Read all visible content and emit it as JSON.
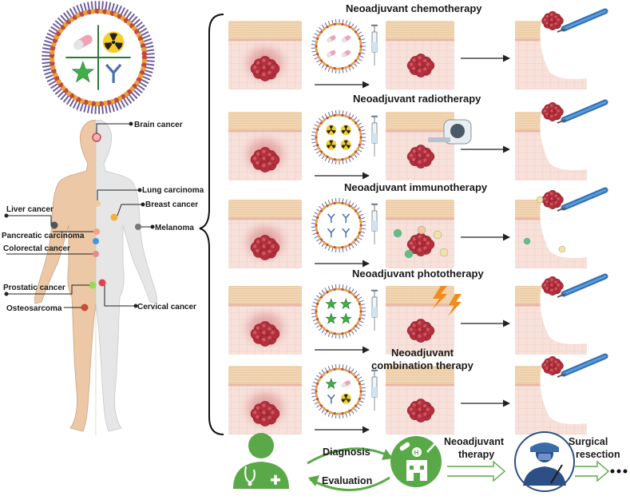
{
  "body_map": {
    "labels": {
      "brain": "Brain cancer",
      "lung": "Lung carcinoma",
      "breast": "Breast cancer",
      "liver": "Liver cancer",
      "melanoma": "Melanoma",
      "pancreatic": "Pancreatic carcinoma",
      "colorectal": "Colorectal cancer",
      "prostatic": "Prostatic cancer",
      "cervical": "Cervical cancer",
      "osteosarcoma": "Osteosarcoma"
    }
  },
  "therapies": [
    {
      "title": "Neoadjuvant chemotherapy"
    },
    {
      "title": "Neoadjuvant radiotherapy"
    },
    {
      "title": "Neoadjuvant immunotherapy"
    },
    {
      "title": "Neoadjuvant phototherapy"
    },
    {
      "title_line1": "Neoadjuvant",
      "title_line2": "combination therapy"
    }
  ],
  "workflow": {
    "diagnosis": "Diagnosis",
    "evaluation": "Evaluation",
    "neoadjuvant_line1": "Neoadjuvant",
    "neoadjuvant_line2": "therapy",
    "surgical_line1": "Surgical",
    "surgical_line2": "resection"
  },
  "colors": {
    "skin_left": "#ecc8a6",
    "skin_right": "#e6e6e6",
    "tumor": "#b8333f",
    "tissue": "#f6dcd6",
    "green": "#5aa948",
    "navy": "#2d4f86",
    "lipid_orange": "#e8a23a",
    "lipid_purple": "#6a5a9c"
  }
}
